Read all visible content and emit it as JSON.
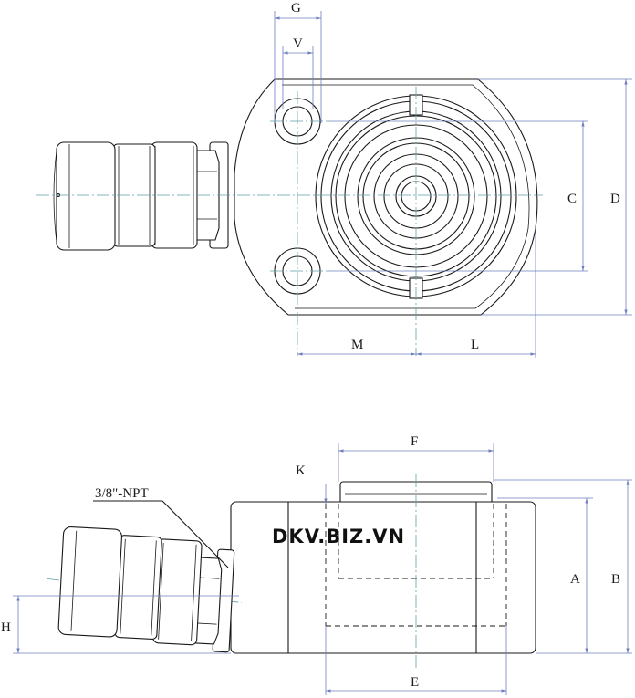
{
  "top_view": {
    "labels": {
      "g": "G",
      "v": "V",
      "c": "C",
      "d": "D",
      "m": "M",
      "l": "L"
    }
  },
  "side_view": {
    "labels": {
      "f": "F",
      "k": "K",
      "a": "A",
      "b": "B",
      "e": "E",
      "h": "H"
    },
    "port_note": "3/8\"-NPT"
  },
  "watermark": "DKV.BIZ.VN",
  "colors": {
    "dimension": "#6f7fbf",
    "centerline": "#5fa0a8",
    "outline": "#1a1a1a"
  }
}
